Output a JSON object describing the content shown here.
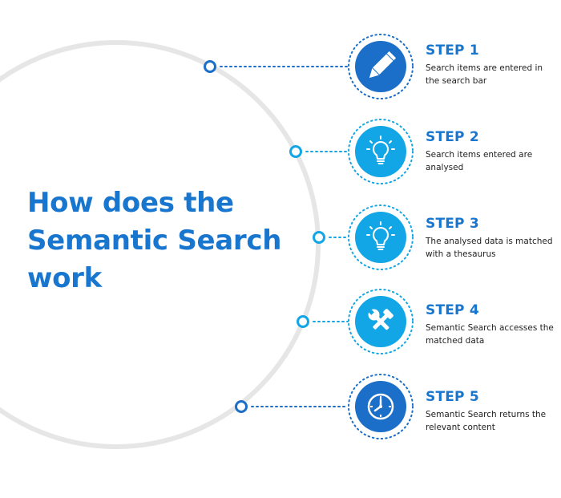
{
  "headline": [
    "How does the",
    "Semantic Search",
    "work"
  ],
  "colors": {
    "accent": "#1976cf",
    "dark_blue": "#1b6fc9",
    "light_blue": "#13a6e6",
    "ring": "#e6e6e6",
    "text": "#222222"
  },
  "steps": [
    {
      "title": "STEP 1",
      "desc": "Search items are entered in the search bar",
      "icon": "pencil-icon",
      "color": "#1b6fc9"
    },
    {
      "title": "STEP 2",
      "desc": "Search items entered are analysed",
      "icon": "lightbulb-icon",
      "color": "#13a6e6"
    },
    {
      "title": "STEP 3",
      "desc": "The analysed data is matched with a thesaurus",
      "icon": "lightbulb-icon",
      "color": "#13a6e6"
    },
    {
      "title": "STEP 4",
      "desc": "Semantic Search accesses the matched data",
      "icon": "tools-icon",
      "color": "#13a6e6"
    },
    {
      "title": "STEP 5",
      "desc": "Semantic Search returns the relevant content",
      "icon": "clock-icon",
      "color": "#1b6fc9"
    }
  ]
}
